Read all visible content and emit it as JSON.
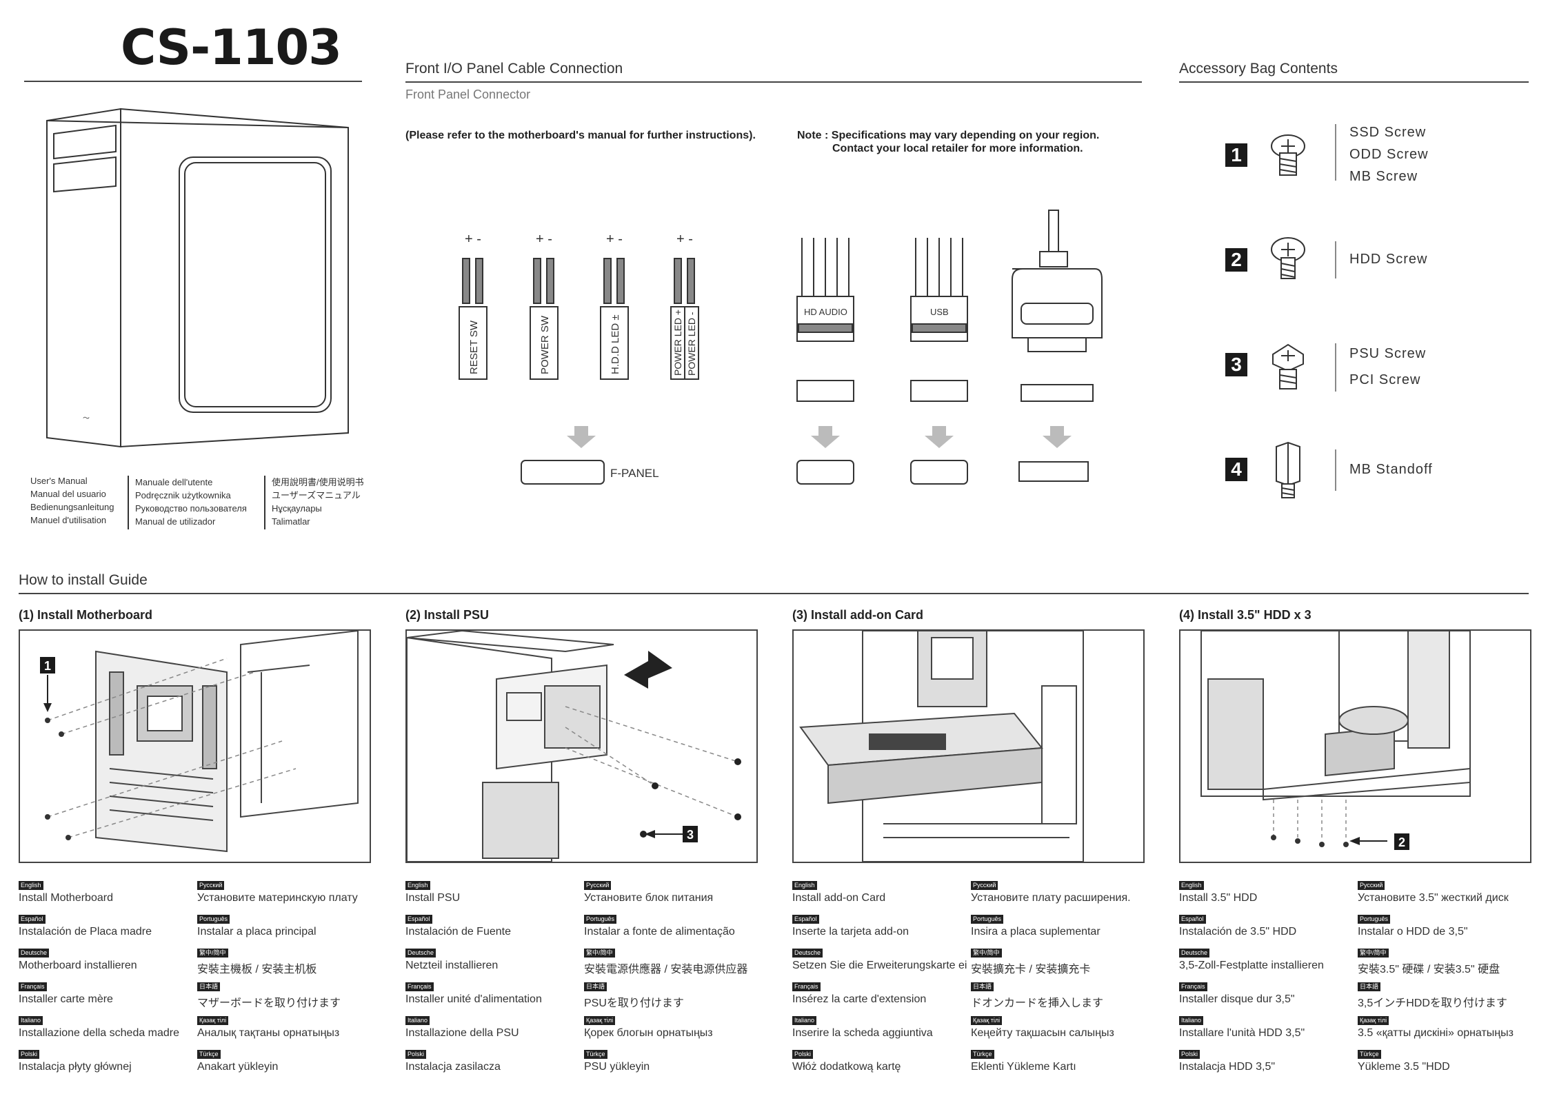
{
  "title": "CS-1103",
  "front_io": {
    "heading": "Front I/O Panel Cable Connection",
    "subheading": "Front Panel Connector",
    "refer_note": "(Please refer to the motherboard's manual for further instructions).",
    "spec_note_line1": "Note : Specifications may vary depending on your region.",
    "spec_note_line2": "Contact your local retailer for more information.",
    "connectors": [
      "RESET SW",
      "POWER SW",
      "H.D.D LED ±",
      "POWER LED +",
      "POWER LED -"
    ],
    "plus_minus": "+ -",
    "fpanel_label": "F-PANEL",
    "hd_audio_label": "HD AUDIO",
    "usb_label": "USB"
  },
  "accessory": {
    "heading": "Accessory Bag Contents",
    "items": [
      {
        "num": "1",
        "labels": [
          "SSD Screw",
          "ODD Screw",
          "MB Screw"
        ],
        "icon": "phillips-screw-icon"
      },
      {
        "num": "2",
        "labels": [
          "HDD Screw"
        ],
        "icon": "hdd-screw-icon"
      },
      {
        "num": "3",
        "labels": [
          "PSU Screw",
          "PCI Screw"
        ],
        "icon": "hex-screw-icon"
      },
      {
        "num": "4",
        "labels": [
          "MB Standoff"
        ],
        "icon": "standoff-icon"
      }
    ]
  },
  "manuals": {
    "col1": [
      "User's Manual",
      "Manual del usuario",
      "Bedienungsanleitung",
      "Manuel d'utilisation"
    ],
    "col2": [
      "Manuale dell'utente",
      "Podręcznik użytkownika",
      "Руководство пользователя",
      "Manual de utilizador"
    ],
    "col3": [
      "使用說明書/使用说明书",
      "ユーザーズマニュアル",
      "Нұсқаулары",
      "Talimatlar"
    ]
  },
  "guide": {
    "heading": "How to install Guide",
    "steps": [
      {
        "title": "(1) Install Motherboard",
        "callout": "1",
        "langs": [
          {
            "tag": "English",
            "text": "Install Motherboard"
          },
          {
            "tag": "Русский",
            "text": "Установите материнскую плату"
          },
          {
            "tag": "Español",
            "text": "Instalación de Placa madre"
          },
          {
            "tag": "Português",
            "text": "Instalar a placa principal"
          },
          {
            "tag": "Deutsche",
            "text": "Motherboard installieren"
          },
          {
            "tag": "繁中/简中",
            "text": "安裝主機板 / 安装主机板"
          },
          {
            "tag": "Français",
            "text": "Installer carte mère"
          },
          {
            "tag": "日本語",
            "text": "マザーボードを取り付けます"
          },
          {
            "tag": "Italiano",
            "text": "Installazione della scheda madre"
          },
          {
            "tag": "Қазақ тілі",
            "text": "Аналық тақтаны орнатыңыз"
          },
          {
            "tag": "Polski",
            "text": "Instalacja płyty głównej"
          },
          {
            "tag": "Türkçe",
            "text": "Anakart yükleyin"
          }
        ]
      },
      {
        "title": "(2) Install PSU",
        "callout": "3",
        "langs": [
          {
            "tag": "English",
            "text": "Install PSU"
          },
          {
            "tag": "Русский",
            "text": "Установите блок питания"
          },
          {
            "tag": "Español",
            "text": "Instalación de Fuente"
          },
          {
            "tag": "Português",
            "text": "Instalar a fonte de alimentação"
          },
          {
            "tag": "Deutsche",
            "text": "Netzteil installieren"
          },
          {
            "tag": "繁中/简中",
            "text": "安裝電源供應器 / 安装电源供应器"
          },
          {
            "tag": "Français",
            "text": "Installer unité d'alimentation"
          },
          {
            "tag": "日本語",
            "text": "PSUを取り付けます"
          },
          {
            "tag": "Italiano",
            "text": "Installazione della PSU"
          },
          {
            "tag": "Қазақ тілі",
            "text": "Қорек блогын орнатыңыз"
          },
          {
            "tag": "Polski",
            "text": "Instalacja zasilacza"
          },
          {
            "tag": "Türkçe",
            "text": "PSU yükleyin"
          }
        ]
      },
      {
        "title": "(3) Install add-on Card",
        "callout": "",
        "langs": [
          {
            "tag": "English",
            "text": "Install add-on Card"
          },
          {
            "tag": "Русский",
            "text": "Установите плату расширения."
          },
          {
            "tag": "Español",
            "text": "Inserte la tarjeta add-on"
          },
          {
            "tag": "Português",
            "text": "Insira a placa suplementar"
          },
          {
            "tag": "Deutsche",
            "text": "Setzen Sie die Erweiterungskarte ei"
          },
          {
            "tag": "繁中/简中",
            "text": "安裝擴充卡 / 安装擴充卡"
          },
          {
            "tag": "Français",
            "text": "Insérez la carte d'extension"
          },
          {
            "tag": "日本語",
            "text": "ドオンカードを挿入します"
          },
          {
            "tag": "Italiano",
            "text": "Inserire la scheda aggiuntiva"
          },
          {
            "tag": "Қазақ тілі",
            "text": "Кеңейту тақшасын салыңыз"
          },
          {
            "tag": "Polski",
            "text": "Włóż dodatkową kartę"
          },
          {
            "tag": "Türkçe",
            "text": "Eklenti Yükleme Kartı"
          }
        ]
      },
      {
        "title": "(4) Install 3.5\" HDD x 3",
        "callout": "2",
        "langs": [
          {
            "tag": "English",
            "text": "Install 3.5\" HDD"
          },
          {
            "tag": "Русский",
            "text": "Установите 3.5\" жесткий диск"
          },
          {
            "tag": "Español",
            "text": "Instalación de 3.5\" HDD"
          },
          {
            "tag": "Português",
            "text": "Instalar o HDD de 3,5\""
          },
          {
            "tag": "Deutsche",
            "text": "3,5-Zoll-Festplatte installieren"
          },
          {
            "tag": "繁中/简中",
            "text": "安裝3.5\" 硬碟 / 安装3.5\" 硬盘"
          },
          {
            "tag": "Français",
            "text": "Installer disque dur 3,5\""
          },
          {
            "tag": "日本語",
            "text": "3,5インチHDDを取り付けます"
          },
          {
            "tag": "Italiano",
            "text": "Installare l'unità HDD 3,5\""
          },
          {
            "tag": "Қазақ тілі",
            "text": "3.5 «қатты дискіні» орнатыңыз"
          },
          {
            "tag": "Polski",
            "text": "Instalacja HDD 3,5\""
          },
          {
            "tag": "Türkçe",
            "text": "Yükleme 3.5 \"HDD"
          }
        ]
      }
    ]
  },
  "colors": {
    "ink": "#222222",
    "rule": "#444444",
    "muted": "#777777"
  }
}
